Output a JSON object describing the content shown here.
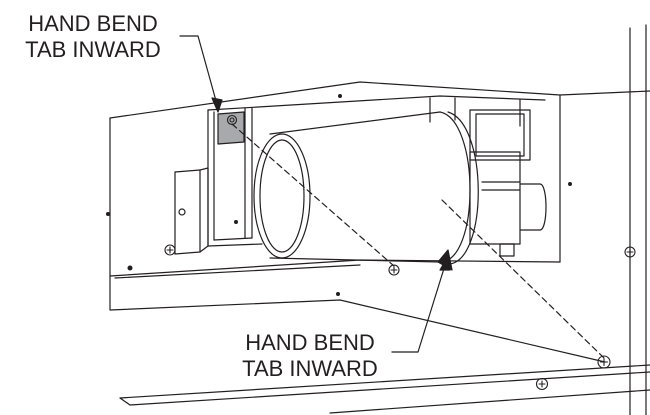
{
  "callouts": {
    "top": {
      "line1": "HAND BEND",
      "line2": "TAB INWARD"
    },
    "bottom": {
      "line1": "HAND BEND",
      "line2": "TAB INWARD"
    }
  },
  "colors": {
    "ink": "#231f20",
    "tab_fill": "#a7a9ac",
    "background": "#ffffff"
  },
  "icons": [
    "screw-head-icon",
    "hole-icon",
    "leader-arrow-icon"
  ]
}
